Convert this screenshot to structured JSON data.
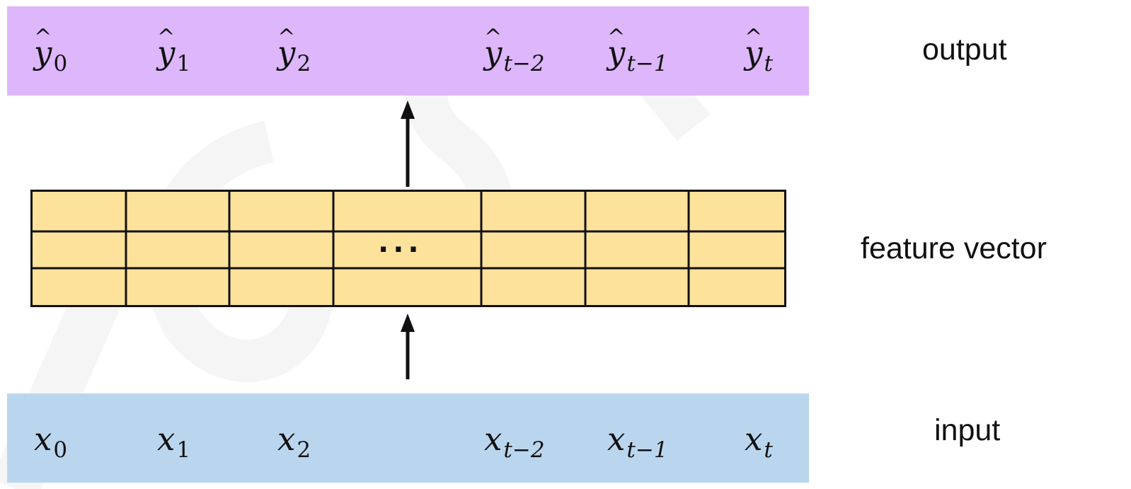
{
  "labels": {
    "output": "output",
    "feature": "feature vector",
    "input": "input"
  },
  "outputs": [
    {
      "base": "y",
      "sub": "0"
    },
    {
      "base": "y",
      "sub": "1"
    },
    {
      "base": "y",
      "sub": "2"
    },
    {
      "base": "y",
      "sub": "t−2"
    },
    {
      "base": "y",
      "sub": "t−1"
    },
    {
      "base": "y",
      "sub": "t"
    }
  ],
  "inputs": [
    {
      "base": "x",
      "sub": "0"
    },
    {
      "base": "x",
      "sub": "1"
    },
    {
      "base": "x",
      "sub": "2"
    },
    {
      "base": "x",
      "sub": "t−2"
    },
    {
      "base": "x",
      "sub": "t−1"
    },
    {
      "base": "x",
      "sub": "t"
    }
  ],
  "feature_vector": {
    "ellipsis": "···"
  },
  "colors": {
    "output_band": "#ddb6fb",
    "input_band": "#bad6ee",
    "feature_fill": "#fde29c",
    "stroke": "#111111"
  }
}
